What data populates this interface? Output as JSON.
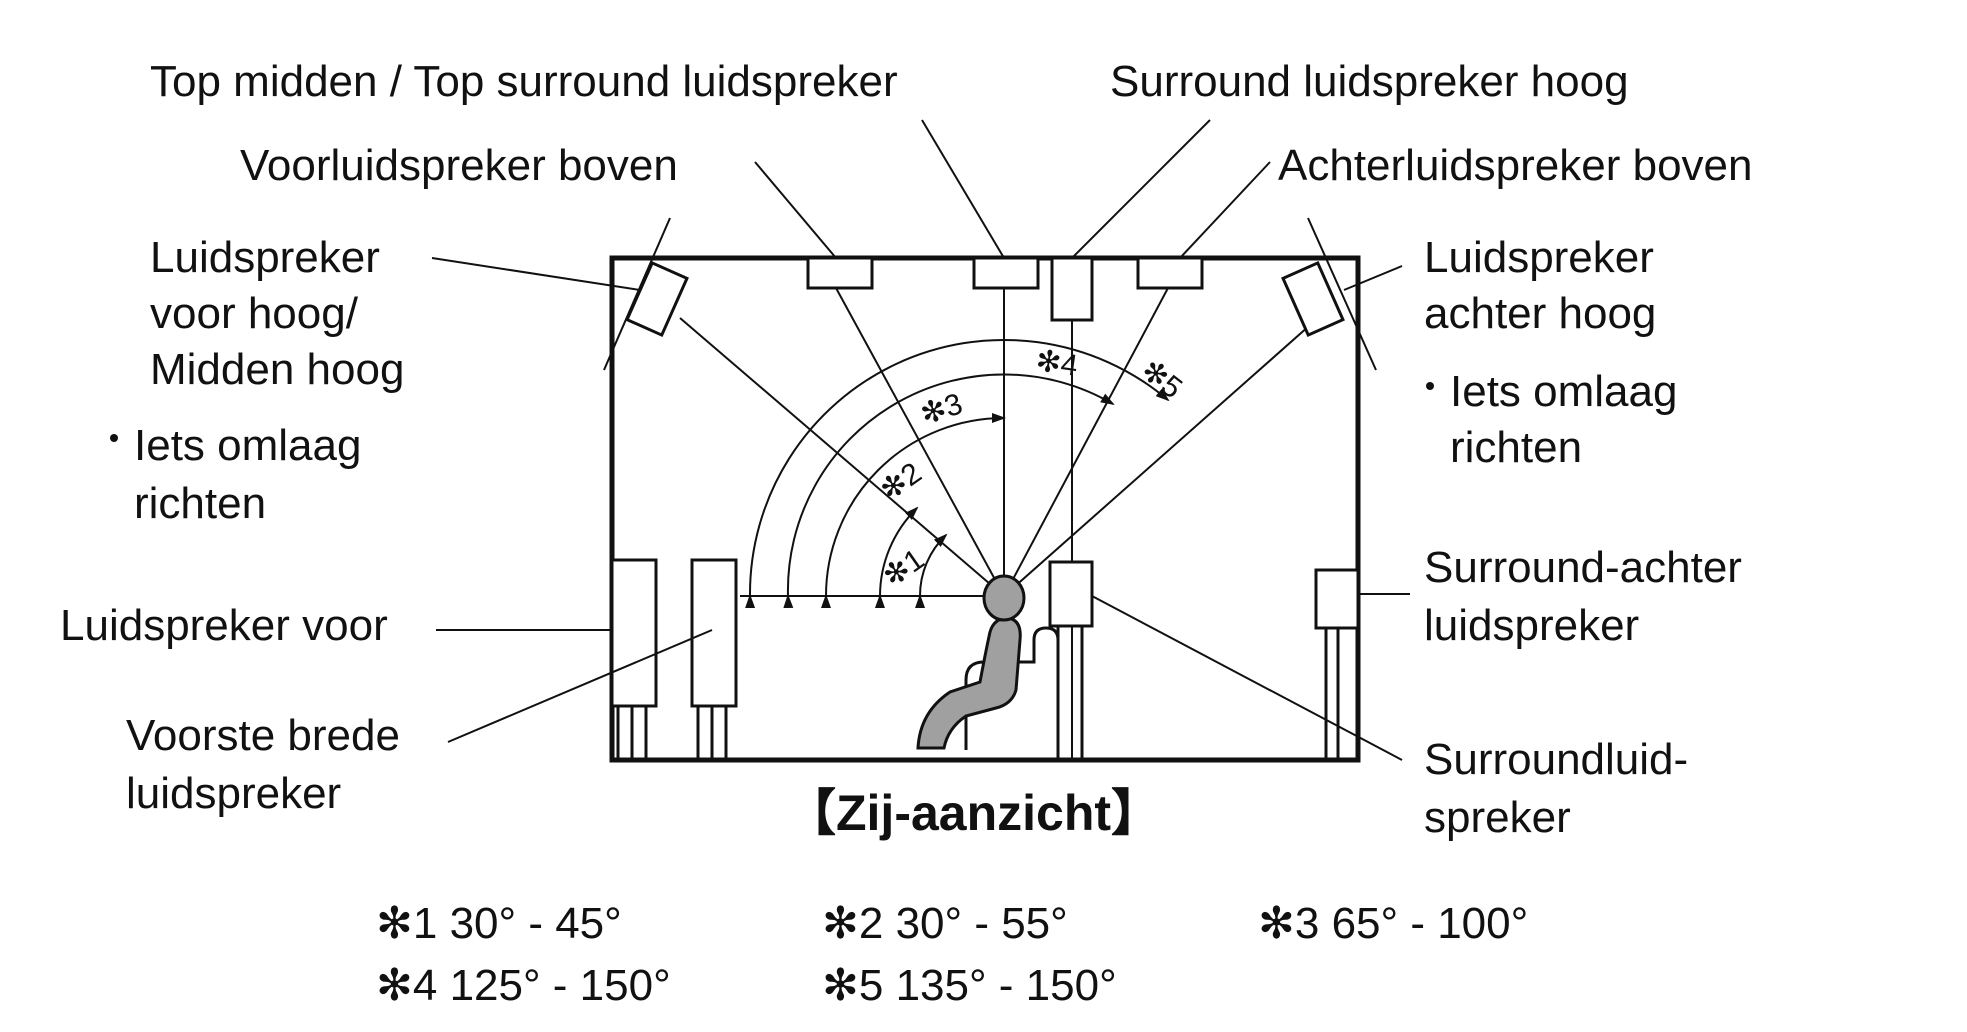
{
  "labels": {
    "top_middle": "Top midden / Top surround luidspreker",
    "surround_height": "Surround luidspreker hoog",
    "front_top": "Voorluidspreker boven",
    "rear_top": "Achterluidspreker boven",
    "front_height_1": "Luidspreker",
    "front_height_2": "voor hoog/",
    "front_height_3": "Midden hoog",
    "rear_height_1": "Luidspreker",
    "rear_height_2": "achter hoog",
    "tilt_left_1": "Iets omlaag",
    "tilt_left_2": "richten",
    "tilt_right_1": "Iets omlaag",
    "tilt_right_2": "richten",
    "front": "Luidspreker voor",
    "front_wide_1": "Voorste brede",
    "front_wide_2": "luidspreker",
    "surround_back_1": "Surround-achter",
    "surround_back_2": "luidspreker",
    "surround_1": "Surroundluid-",
    "surround_2": "spreker"
  },
  "caption": "【Zij-aanzicht】",
  "angle_marks": {
    "m1": "✻1",
    "m2": "✻2",
    "m3": "✻3",
    "m4": "✻4",
    "m5": "✻5"
  },
  "angle_notes": [
    "✻1 30° - 45°",
    "✻2 30° - 55°",
    "✻3 65° - 100°",
    "✻4 125° - 150°",
    "✻5 135° - 150°"
  ]
}
